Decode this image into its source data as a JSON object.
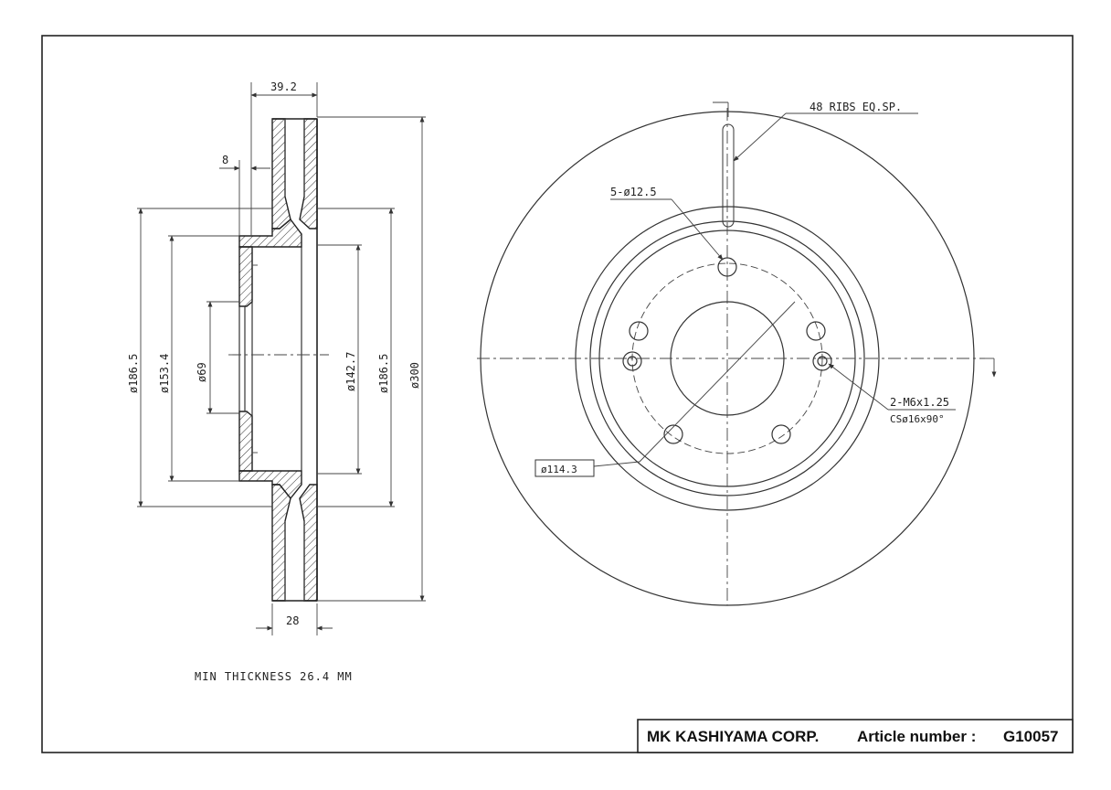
{
  "dims": {
    "width_top": "39.2",
    "offset": "8",
    "width_bottom": "28",
    "d_outer_left": "ø186.5",
    "d_153": "ø153.4",
    "d_69": "ø69",
    "d_142": "ø142.7",
    "d_186_right": "ø186.5",
    "d_300": "ø300",
    "min_thickness": "MIN THICKNESS 26.4 MM"
  },
  "callouts": {
    "ribs": "48 RIBS EQ.SP.",
    "bolt_holes": "5-ø12.5",
    "pcd": "ø114.3",
    "thread": "2-M6x1.25",
    "countersink": "CSø16x90°"
  },
  "title_block": {
    "company": "MK KASHIYAMA CORP.",
    "article_label": "Article number  :",
    "article_number": "G10057"
  },
  "colors": {
    "line": "#333333",
    "background": "#ffffff"
  }
}
